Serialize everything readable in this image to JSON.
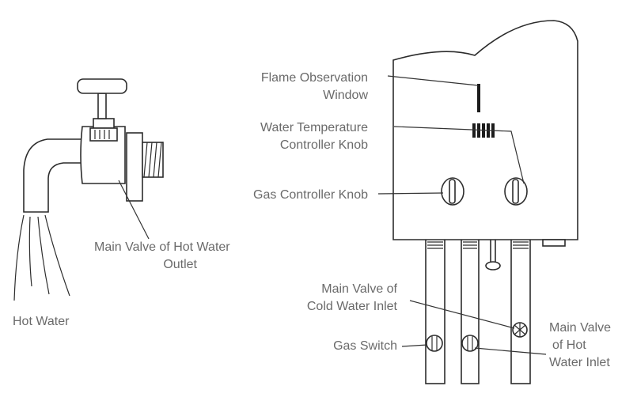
{
  "labels": {
    "flame_window": [
      "Flame Observation",
      "Window"
    ],
    "water_temp_knob": [
      "Water Temperature",
      "Controller Knob"
    ],
    "gas_knob": "Gas Controller Knob",
    "hot_outlet_valve": [
      "Main Valve of Hot Water",
      "Outlet"
    ],
    "hot_water": "Hot Water",
    "cold_inlet_valve": [
      "Main Valve of",
      "Cold Water Inlet"
    ],
    "gas_switch": "Gas Switch",
    "hot_inlet_valve": [
      "Main Valve",
      "of Hot",
      "Water Inlet"
    ]
  }
}
